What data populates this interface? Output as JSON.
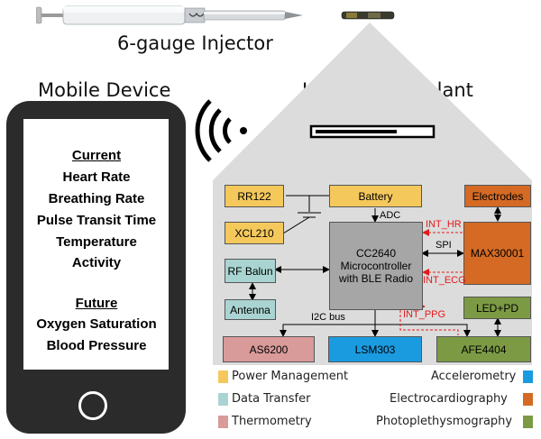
{
  "titles": {
    "injector": "6-gauge Injector",
    "mobile": "Mobile Device",
    "implant": "Injectable Implant"
  },
  "phone": {
    "current_header": "Current",
    "current_items": [
      "Heart Rate",
      "Breathing Rate",
      "Pulse Transit Time",
      "Temperature",
      "Activity"
    ],
    "future_header": "Future",
    "future_items": [
      "Oxygen Saturation",
      "Blood Pressure"
    ]
  },
  "blocks": {
    "rr122": "RR122",
    "battery": "Battery",
    "electrodes": "Electrodes",
    "xcl210": "XCL210",
    "cc2640": "CC2640 Microcontroller with BLE Radio",
    "max30001": "MAX30001",
    "rf_balun": "RF Balun",
    "antenna": "Antenna",
    "led_pd": "LED+PD",
    "as6200": "AS6200",
    "lsm303": "LSM303",
    "afe4404": "AFE4404"
  },
  "signals": {
    "adc": "ADC",
    "int_hr": "INT_HR",
    "spi": "SPI",
    "int_ecg": "INT_ECG",
    "int_ppg": "INT_PPG",
    "i2c": "I2C bus"
  },
  "legend": [
    {
      "label": "Power Management",
      "color": "#f5c85c"
    },
    {
      "label": "Data Transfer",
      "color": "#a9d4d2"
    },
    {
      "label": "Thermometry",
      "color": "#d99a9a"
    },
    {
      "label": "Accelerometry",
      "color": "#1a9be0"
    },
    {
      "label": "Electrocardiography",
      "color": "#d46a24"
    },
    {
      "label": "Photoplethysmography",
      "color": "#7c9a44"
    }
  ],
  "colors": {
    "power": "#f5c85c",
    "data": "#a9d4d2",
    "thermo": "#d99a9a",
    "accel": "#1a9be0",
    "ecg": "#d46a24",
    "ppg": "#7c9a44",
    "mcu": "#a6a6a6",
    "housing": "#dcdcdc",
    "interrupt": "#e31a1c"
  }
}
